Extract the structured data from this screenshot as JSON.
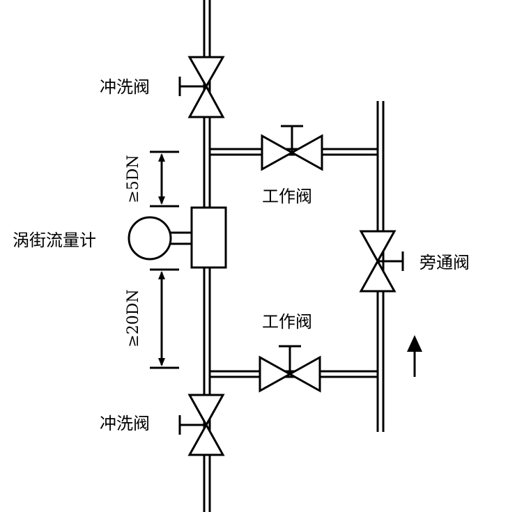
{
  "labels": {
    "flush_valve_top": "冲洗阀",
    "flush_valve_bottom": "冲洗阀",
    "work_valve_top": "工作阀",
    "work_valve_bottom": "工作阀",
    "bypass_valve": "旁通阀",
    "flowmeter": "涡街流量计",
    "upstream_length": "≥20DN",
    "downstream_length": "≥5DN"
  }
}
